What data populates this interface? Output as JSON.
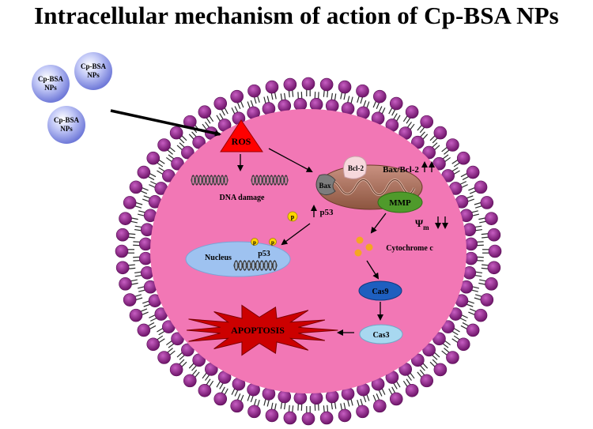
{
  "title": "Intracellular mechanism of action of Cp-BSA NPs",
  "nanoparticles": [
    {
      "line1": "Cp-BSA",
      "line2": "NPs"
    },
    {
      "line1": "Cp-BSA",
      "line2": "NPs"
    },
    {
      "line1": "Cp-BSA",
      "line2": "NPs"
    }
  ],
  "labels": {
    "ros": "ROS",
    "dna_damage": "DNA damage",
    "bcl2": "Bcl-2",
    "bax": "Bax",
    "bax_bcl2_ratio": "Bax/Bcl-2",
    "mmp": "MMP",
    "psi": "Ψ",
    "psi_sub": "m",
    "p53": "p53",
    "p": "p",
    "nucleus": "Nucleus",
    "cytochrome": "Cytochrome c",
    "cas9": "Cas9",
    "cas3": "Cas3",
    "apoptosis": "APOPTOSIS"
  },
  "colors": {
    "cytoplasm": "#f277b5",
    "lipid_head": "#8b1f87",
    "lipid_tail": "#2b2b2b",
    "nanoparticle": "#9aa4f2",
    "ros": "#ff0000",
    "mitochondria": "#a86f5b",
    "mmp": "#4f9a2b",
    "nucleus": "#9ec2f0",
    "cas9": "#1e5fbf",
    "cas3": "#a8d8f0",
    "apoptosis": "#cc0000",
    "phosphate": "#ffd400",
    "cytochrome": "#f5a623"
  }
}
